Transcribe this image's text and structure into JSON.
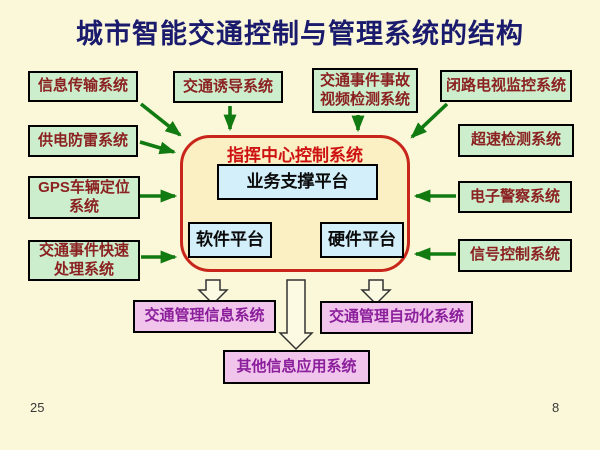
{
  "slide": {
    "title": "城市智能交通控制与管理系统的结构",
    "page_number_left": "25",
    "page_number_right": "8"
  },
  "center": {
    "title": "指挥中心控制系统",
    "support_platform": "业务支撑平台",
    "software_platform": "软件平台",
    "hardware_platform": "硬件平台"
  },
  "inputs": {
    "left": [
      "信息传输系统",
      "供电防雷系统",
      "GPS车辆定位\n系统",
      "交通事件快速\n处理系统"
    ],
    "top": [
      "交通诱导系统",
      "交通事件事故\n视频检测系统"
    ],
    "right": [
      "闭路电视监控系统",
      "超速检测系统",
      "电子警察系统",
      "信号控制系统"
    ]
  },
  "outputs": [
    "交通管理信息系统",
    "交通管理自动化系统",
    "其他信息应用系统"
  ],
  "colors": {
    "background": "#FBF8DA",
    "input_box_fill": "#CDEECC",
    "input_box_text": "#8B2121",
    "center_border": "#C9261B",
    "center_fill": "#FAF0C4",
    "center_title_text": "#CE1212",
    "platform_fill": "#D3F0FA",
    "output_box_fill": "#F1C4EC",
    "output_box_text": "#8B1F9B",
    "arrow_green": "#117A11",
    "connector_gray": "#8F8F8F",
    "title_text": "#1B1B6E"
  }
}
